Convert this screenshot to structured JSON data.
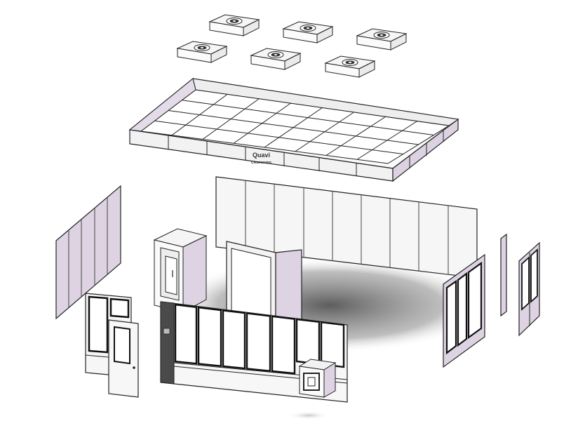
{
  "diagram": {
    "logo": {
      "line1": "Quavi",
      "line2": "Cleanrooms"
    }
  },
  "colors": {
    "panel_white": "#f7f7f7",
    "panel_lilac": "#ddd3e2",
    "frame_dark": "#1a1a1a",
    "door_gray": "#4a4a4a",
    "glass": "#ffffff",
    "shadow": "#6e6e6e",
    "stroke": "#222222"
  },
  "parts": {
    "fan_filter_units": 6,
    "ceiling_grid_rows": 4,
    "ceiling_grid_cols": 8
  }
}
